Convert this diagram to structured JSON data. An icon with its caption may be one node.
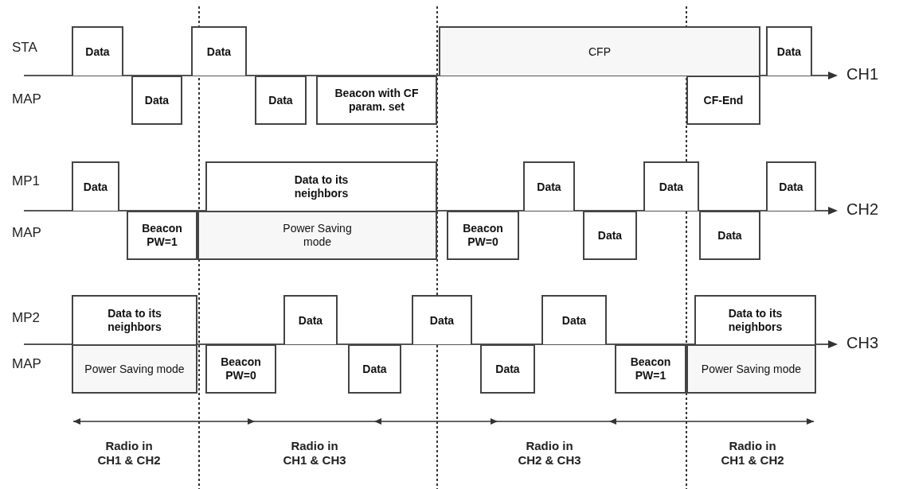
{
  "diagram": {
    "nodes": [
      {
        "text": [
          "Data"
        ]
      },
      {
        "text": [
          "Data"
        ]
      },
      {
        "text": [
          "Data"
        ]
      },
      {
        "text": [
          "Data"
        ]
      },
      {
        "text": [
          "Beacon with CF param. set"
        ]
      },
      {
        "text": [
          "CFP"
        ]
      },
      {
        "text": [
          "CF-End"
        ]
      },
      {
        "text": [
          "Data"
        ]
      },
      {
        "text": [
          "Data"
        ]
      },
      {
        "text": [
          "Beacon PW=1"
        ]
      },
      {
        "text": [
          "Data to its neighbors"
        ]
      },
      {
        "text": [
          "Power Saving mode"
        ]
      },
      {
        "text": [
          "Beacon PW=0"
        ]
      },
      {
        "text": [
          "Data"
        ]
      },
      {
        "text": [
          "Data"
        ]
      },
      {
        "text": [
          "Data"
        ]
      },
      {
        "text": [
          "Data"
        ]
      },
      {
        "text": [
          "Data"
        ]
      },
      {
        "text": [
          "Data to its neighbors"
        ]
      },
      {
        "text": [
          "Power Saving mode"
        ]
      },
      {
        "text": [
          "Beacon PW=0"
        ]
      },
      {
        "text": [
          "Data"
        ]
      },
      {
        "text": [
          "Data"
        ]
      },
      {
        "text": [
          "Data"
        ]
      },
      {
        "text": [
          "Data"
        ]
      },
      {
        "text": [
          "Data"
        ]
      },
      {
        "text": [
          "Beacon PW=1"
        ]
      },
      {
        "text": [
          "Data to its neighbors"
        ]
      },
      {
        "text": [
          "Power Saving mode"
        ]
      }
    ],
    "labels": [
      "STA",
      "CH1",
      "MAP",
      "MP1",
      "CH2",
      "MAP",
      "MP2",
      "CH3",
      "MAP",
      "Radio in CH1 & CH2",
      "Radio in CH1 & CH3",
      "Radio in CH2 & CH3",
      "Radio in CH1 & CH2"
    ]
  }
}
